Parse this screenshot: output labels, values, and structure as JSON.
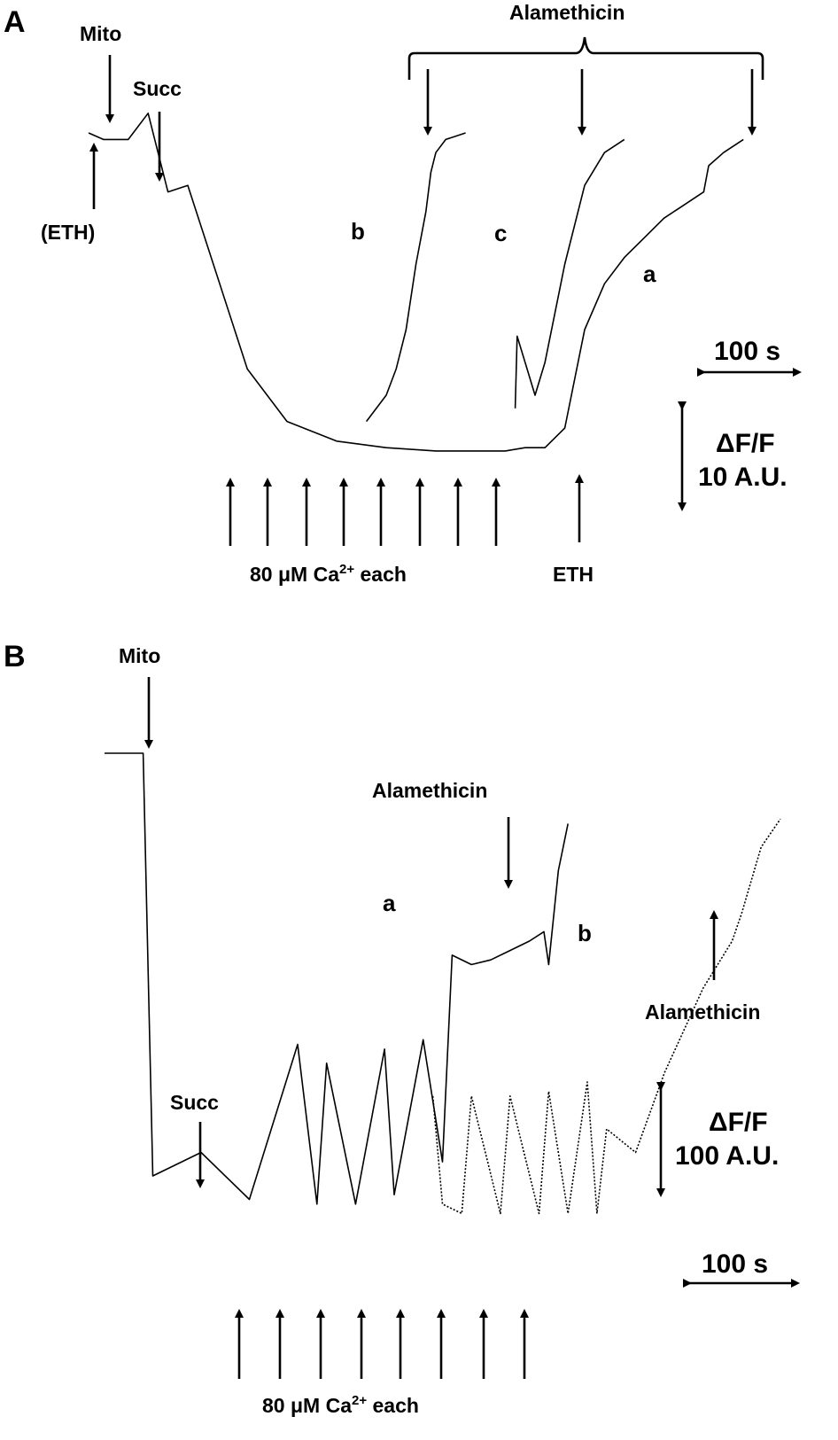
{
  "chart_data": [
    {
      "type": "line",
      "panel": "A",
      "series": [
        {
          "name": "a",
          "x": [
            0,
            15,
            40,
            60,
            80,
            100,
            130,
            160,
            200,
            250,
            300,
            350,
            380,
            400,
            420,
            440,
            460,
            480,
            500,
            520,
            540,
            560,
            580,
            600,
            620,
            625,
            640,
            660
          ],
          "y": [
            0,
            -1,
            -1,
            3,
            -9,
            -8,
            -22,
            -36,
            -44,
            -47,
            -48,
            -48.5,
            -48.5,
            -48.5,
            -48.5,
            -48,
            -48,
            -45,
            -30,
            -23,
            -19,
            -16,
            -13,
            -11,
            -9,
            -5,
            -3,
            -1
          ]
        },
        {
          "name": "b",
          "x": [
            280,
            300,
            310,
            320,
            330,
            340,
            345,
            350,
            360,
            380
          ],
          "y": [
            -44,
            -40,
            -36,
            -30,
            -20,
            -12,
            -6,
            -3,
            -1,
            0
          ]
        },
        {
          "name": "c",
          "x": [
            430,
            432,
            440,
            450,
            460,
            480,
            500,
            520,
            540
          ],
          "y": [
            -42,
            -31,
            -35,
            -40,
            -35,
            -20,
            -8,
            -3,
            -1
          ]
        }
      ],
      "mito_label": "Mito",
      "eth_paren_label": "(ETH)",
      "succ_label": "Succ",
      "alamethicin_label": "Alamethicin",
      "curve_labels": [
        "a",
        "b",
        "c"
      ],
      "ca_label": {
        "prefix": "80 μM Ca",
        "sup": "2+",
        "suffix": " each"
      },
      "eth_label": "ETH",
      "scale_time": "100 s",
      "scale_signal_line1": "ΔF/F",
      "scale_signal_line2": "10 A.U."
    },
    {
      "type": "line",
      "panel": "B",
      "series": [
        {
          "name": "a",
          "x": [
            0,
            40,
            50,
            100,
            150,
            200,
            220,
            230,
            260,
            290,
            300,
            330,
            350,
            360,
            380,
            400,
            420,
            440,
            455,
            460,
            470,
            480
          ],
          "y": [
            100,
            100,
            10,
            15,
            5,
            38,
            4,
            34,
            4,
            37,
            6,
            39,
            13,
            57,
            55,
            56,
            58,
            60,
            62,
            55,
            75,
            85
          ]
        },
        {
          "name": "b",
          "x": [
            340,
            350,
            370,
            380,
            410,
            420,
            450,
            460,
            480,
            500,
            510,
            520,
            550,
            580,
            620,
            650,
            660,
            680,
            700
          ],
          "y": [
            27,
            4,
            2,
            27,
            2,
            27,
            2,
            28,
            2,
            30,
            2,
            20,
            15,
            32,
            50,
            60,
            66,
            80,
            86
          ]
        }
      ],
      "mito_label": "Mito",
      "succ_label": "Succ",
      "alamethicin_label_a": "Alamethicin",
      "alamethicin_label_b": "Alamethicin",
      "curve_labels": [
        "a",
        "b"
      ],
      "ca_label": {
        "prefix": "80 μM Ca",
        "sup": "2+",
        "suffix": " each"
      },
      "scale_time": "100 s",
      "scale_signal_line1": "ΔF/F",
      "scale_signal_line2": "100 A.U."
    }
  ],
  "panels": [
    "A",
    "B"
  ]
}
